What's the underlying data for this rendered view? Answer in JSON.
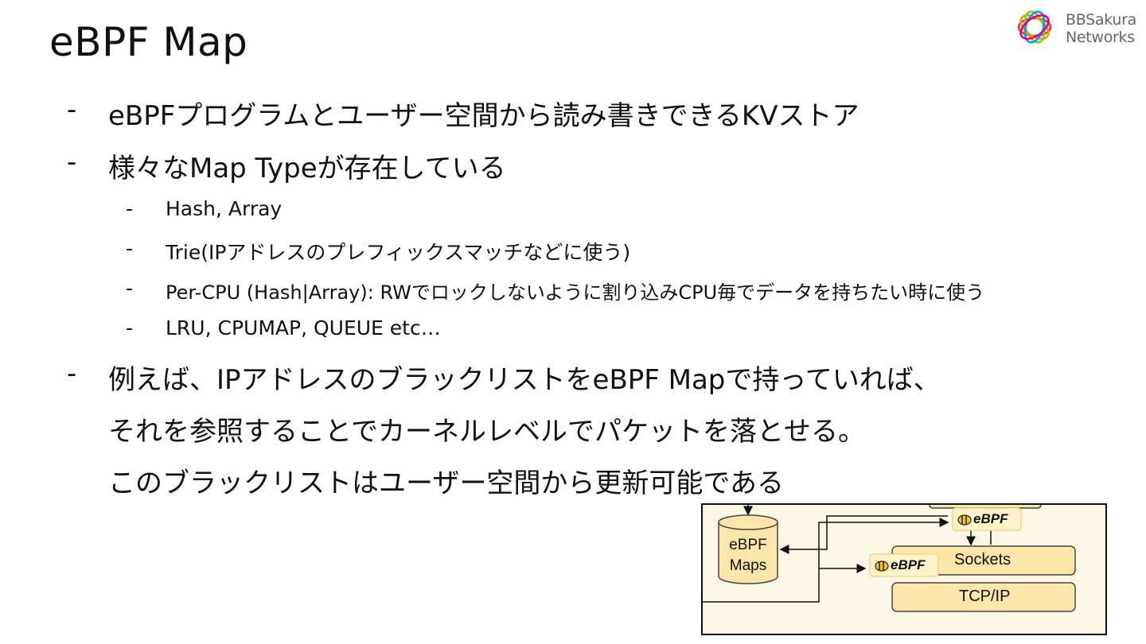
{
  "title": "eBPF Map",
  "logo": {
    "line1": "BBSakura",
    "line2": "Networks",
    "mark_colors": [
      "#e6332a",
      "#f39800",
      "#00a0e9",
      "#8fc31f",
      "#e4007f",
      "#601986"
    ]
  },
  "bullets": [
    {
      "text": "eBPFプログラムとユーザー空間から読み書きできるKVストア"
    },
    {
      "text": "様々なMap Typeが存在している",
      "sub": [
        "Hash, Array",
        "Trie(IPアドレスのプレフィックスマッチなどに使う)",
        "Per-CPU (Hash|Array): RWでロックしないように割り込みCPU毎でデータを持ちたい時に使う",
        "LRU, CPUMAP, QUEUE etc…"
      ]
    },
    {
      "text": "例えば、IPアドレスのブラックリストをeBPF Mapで持っていれば、",
      "cont": [
        "それを参照することでカーネルレベルでパケットを落とせる。",
        "このブラックリストはユーザー空間から更新可能である"
      ]
    }
  ],
  "dash": "-",
  "diagram": {
    "maps_line1": "eBPF",
    "maps_line2": "Maps",
    "ebpf_badge": "eBPF",
    "sockets": "Sockets",
    "tcpip": "TCP/IP",
    "box_fill": "#fbe5a8",
    "box_stroke": "#444444"
  }
}
